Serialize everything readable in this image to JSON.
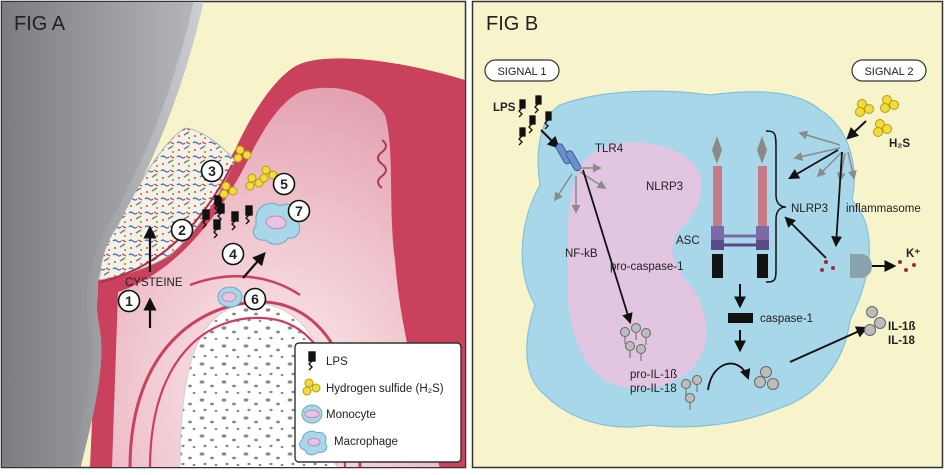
{
  "fig_a": {
    "title": "FIG A",
    "cysteine_label": "CYSTEINE",
    "step_numbers": [
      "1",
      "2",
      "3",
      "4",
      "5",
      "6",
      "7"
    ],
    "legend": {
      "lps": "LPS",
      "h2s": "Hydrogen sulfide (H₂S)",
      "monocyte": "Monocyte",
      "macrophage": "Macrophage"
    }
  },
  "fig_b": {
    "title": "FIG B",
    "signal_1": "SIGNAL 1",
    "signal_2": "SIGNAL 2",
    "lps": "LPS",
    "h2s": "H₂S",
    "tlr4": "TLR4",
    "nfkb": "NF-kB",
    "nlrp3_receptor": "NLRP3",
    "asc": "ASC",
    "pro_caspase": "pro-caspase-1",
    "nlrp3_bracket": "NLRP3",
    "inflammasome": "inflammasome",
    "potassium": "K⁺",
    "caspase": "caspase-1",
    "pro_il1b": "pro-IL-1ß",
    "pro_il18": "pro-IL-18",
    "il1b": "IL-1ß",
    "il18": "IL-18"
  },
  "colors": {
    "panel_bg": "#f7f4cc",
    "gum": "#c9415d",
    "cell": "#a9d7ea",
    "nucleus": "#e8c4e0",
    "nlrp3": "#c77b87",
    "asc": "#7a6aa8",
    "h2s": "#f2dc3c"
  }
}
